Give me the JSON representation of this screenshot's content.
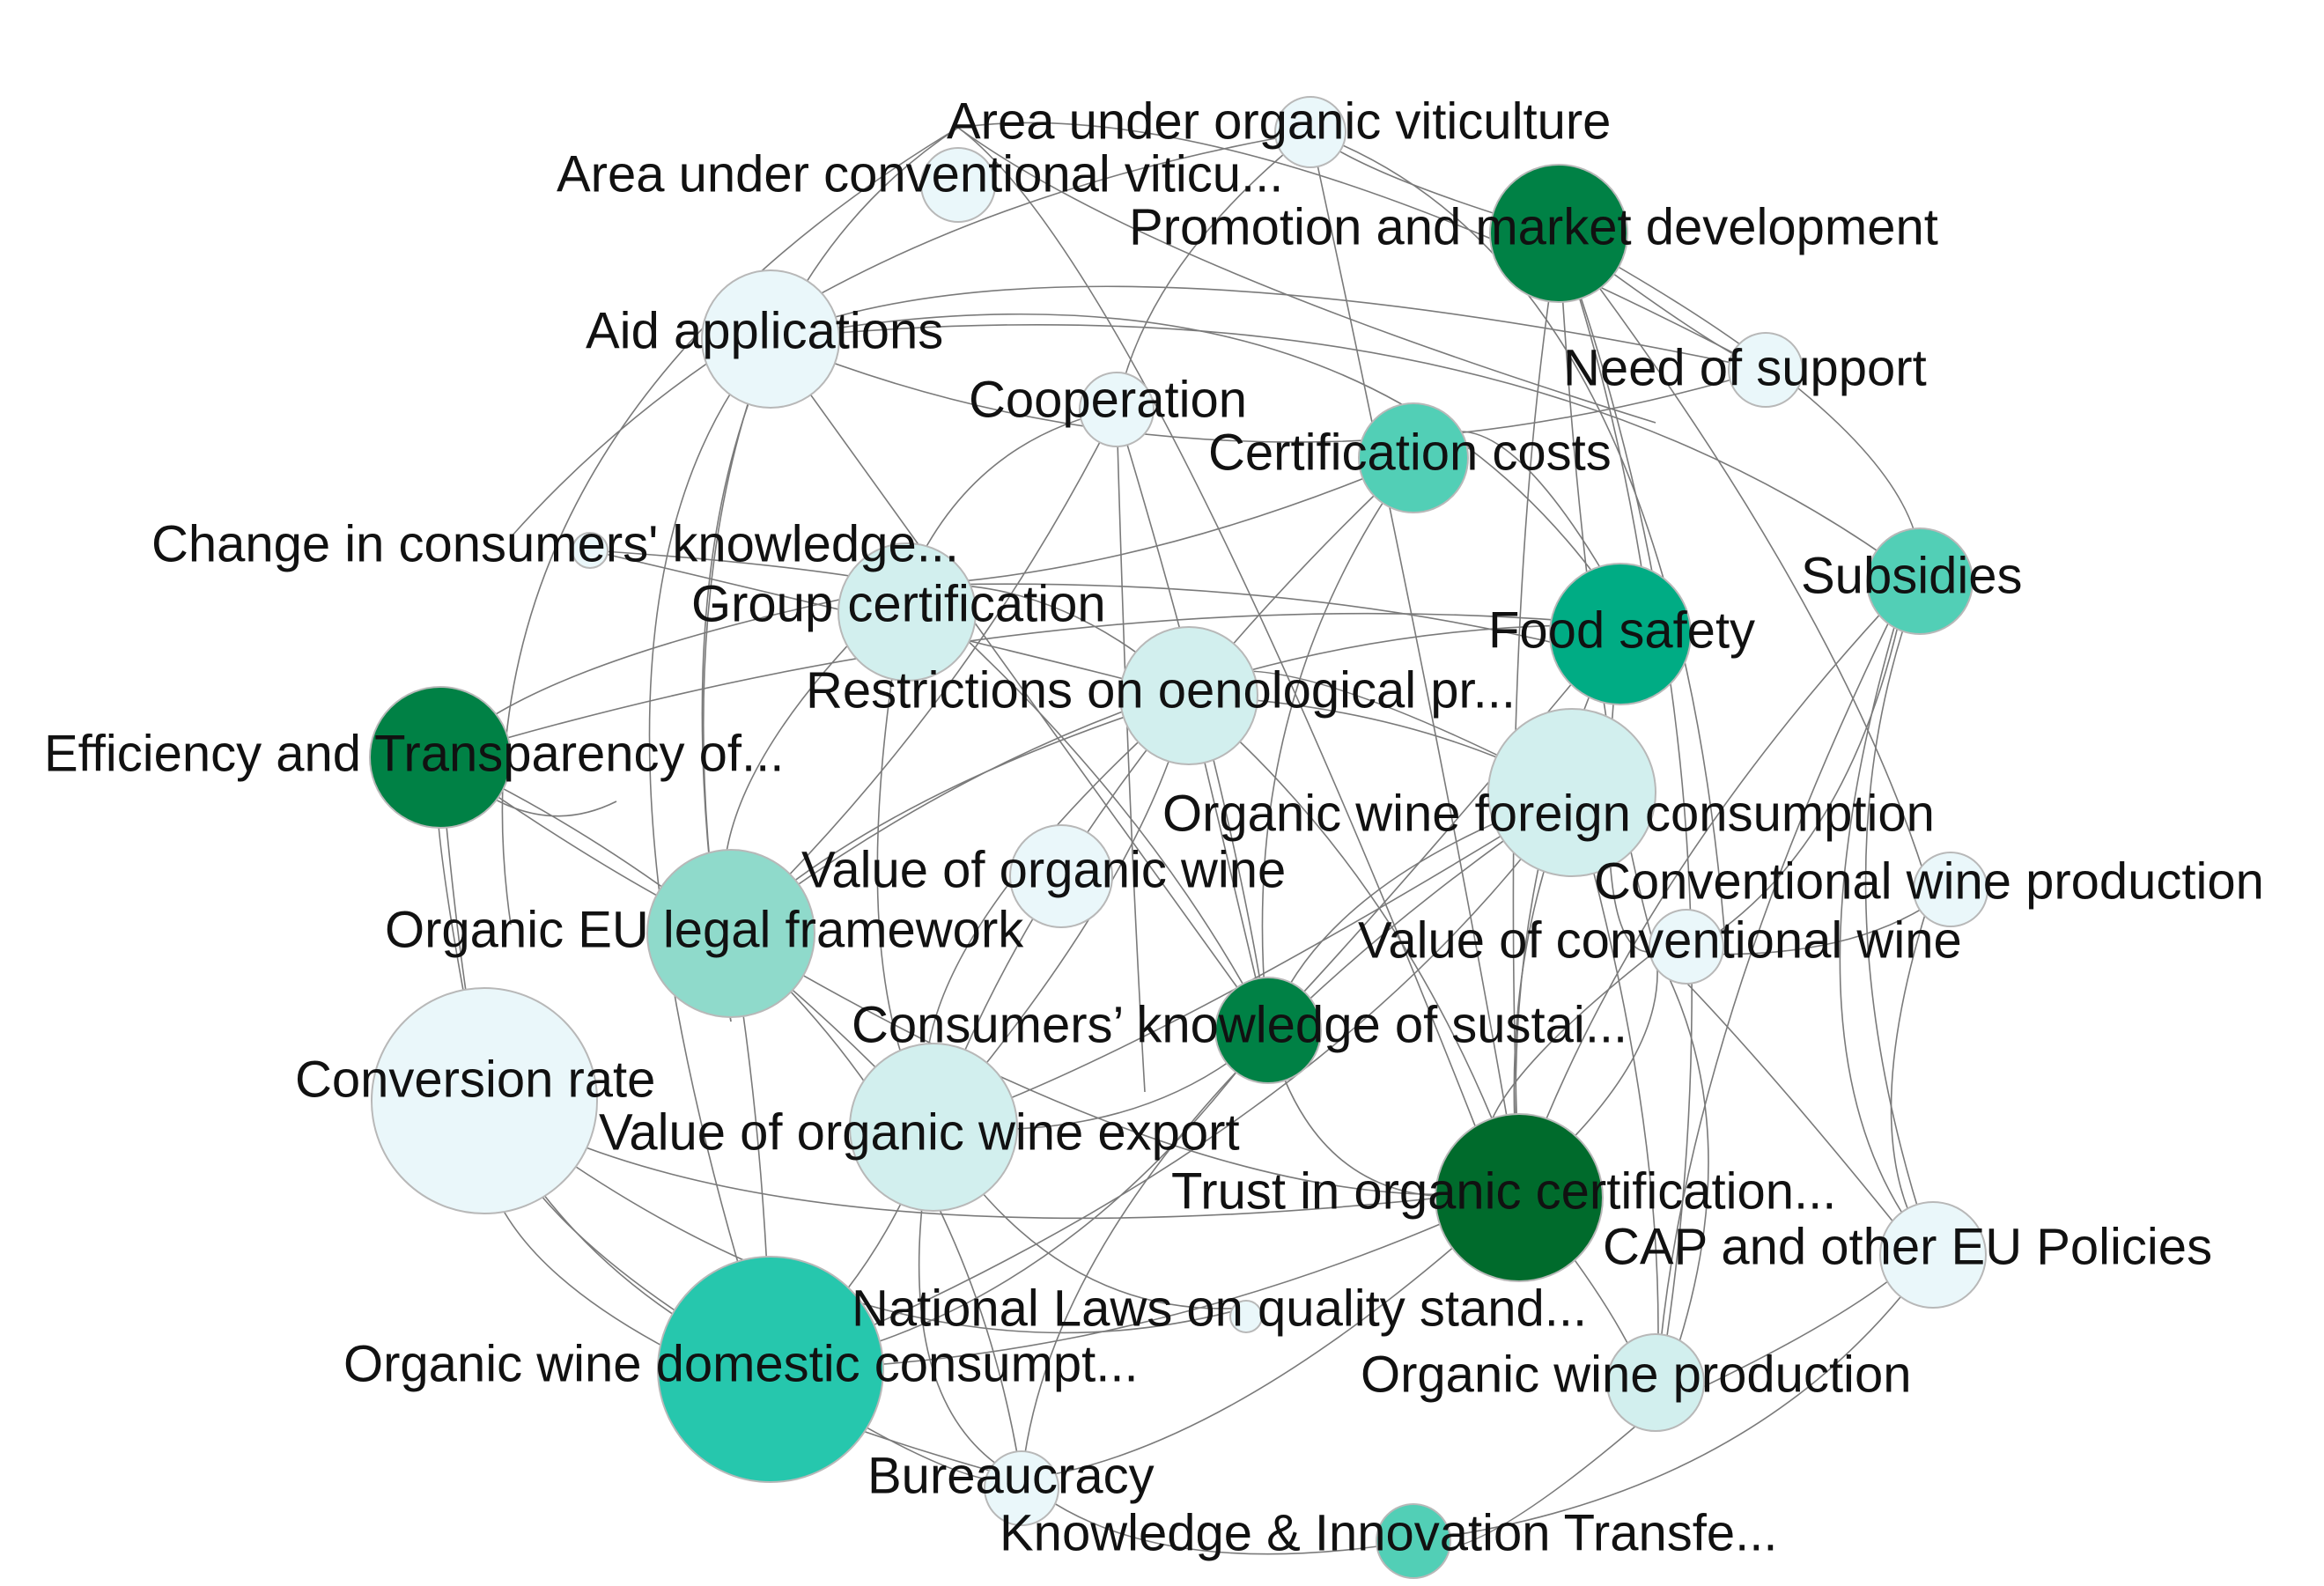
{
  "colors": {
    "very_light": "#eaf7fa",
    "light": "#d2efee",
    "mid_light": "#8fdacb",
    "mid": "#52cfb6",
    "teal": "#26c7ad",
    "green": "#00ac84",
    "dark_green": "#008145",
    "darkest_green": "#006b2c",
    "edge": "#7a7a7a"
  },
  "nodes": [
    {
      "id": "area-organic",
      "label": "Area under organic viticulture",
      "color": "very_light"
    },
    {
      "id": "area-conventional",
      "label": "Area under conventional viticu...",
      "color": "very_light"
    },
    {
      "id": "promotion",
      "label": "Promotion and market development",
      "color": "dark_green"
    },
    {
      "id": "aid-applications",
      "label": "Aid applications",
      "color": "very_light"
    },
    {
      "id": "need-support",
      "label": "Need of support",
      "color": "very_light"
    },
    {
      "id": "cooperation",
      "label": "Cooperation",
      "color": "very_light"
    },
    {
      "id": "certification-costs",
      "label": "Certification costs",
      "color": "mid"
    },
    {
      "id": "change-consumers",
      "label": "Change in consumers' knowledge...",
      "color": "very_light"
    },
    {
      "id": "subsidies",
      "label": "Subsidies",
      "color": "mid"
    },
    {
      "id": "group-certification",
      "label": "Group certification",
      "color": "light"
    },
    {
      "id": "food-safety",
      "label": "Food safety",
      "color": "green"
    },
    {
      "id": "restrictions",
      "label": "Restrictions on oenological pr...",
      "color": "light"
    },
    {
      "id": "efficiency",
      "label": "Efficiency and Transparency of...",
      "color": "dark_green"
    },
    {
      "id": "foreign-consumption",
      "label": "Organic wine foreign consumption",
      "color": "light"
    },
    {
      "id": "value-organic",
      "label": "Value of organic wine",
      "color": "very_light"
    },
    {
      "id": "conventional-production",
      "label": "Conventional wine production",
      "color": "very_light"
    },
    {
      "id": "eu-legal",
      "label": "Organic EU legal framework",
      "color": "mid_light"
    },
    {
      "id": "value-conventional",
      "label": "Value of conventional wine",
      "color": "very_light"
    },
    {
      "id": "consumers-knowledge",
      "label": "Consumers’ knowledge of sustai...",
      "color": "dark_green"
    },
    {
      "id": "conversion-rate",
      "label": "Conversion rate",
      "color": "very_light"
    },
    {
      "id": "value-export",
      "label": "Value of organic wine export",
      "color": "light"
    },
    {
      "id": "trust",
      "label": "Trust in organic certification...",
      "color": "darkest_green"
    },
    {
      "id": "cap",
      "label": "CAP and other EU Policies",
      "color": "very_light"
    },
    {
      "id": "national-laws",
      "label": "National Laws on quality stand...",
      "color": "very_light"
    },
    {
      "id": "domestic-consumption",
      "label": "Organic wine domestic consumpt...",
      "color": "teal"
    },
    {
      "id": "organic-production",
      "label": "Organic wine production",
      "color": "light"
    },
    {
      "id": "bureaucracy",
      "label": "Bureaucracy",
      "color": "very_light"
    },
    {
      "id": "knowledge-transfer",
      "label": "Knowledge & Innovation Transfe...",
      "color": "mid"
    }
  ]
}
